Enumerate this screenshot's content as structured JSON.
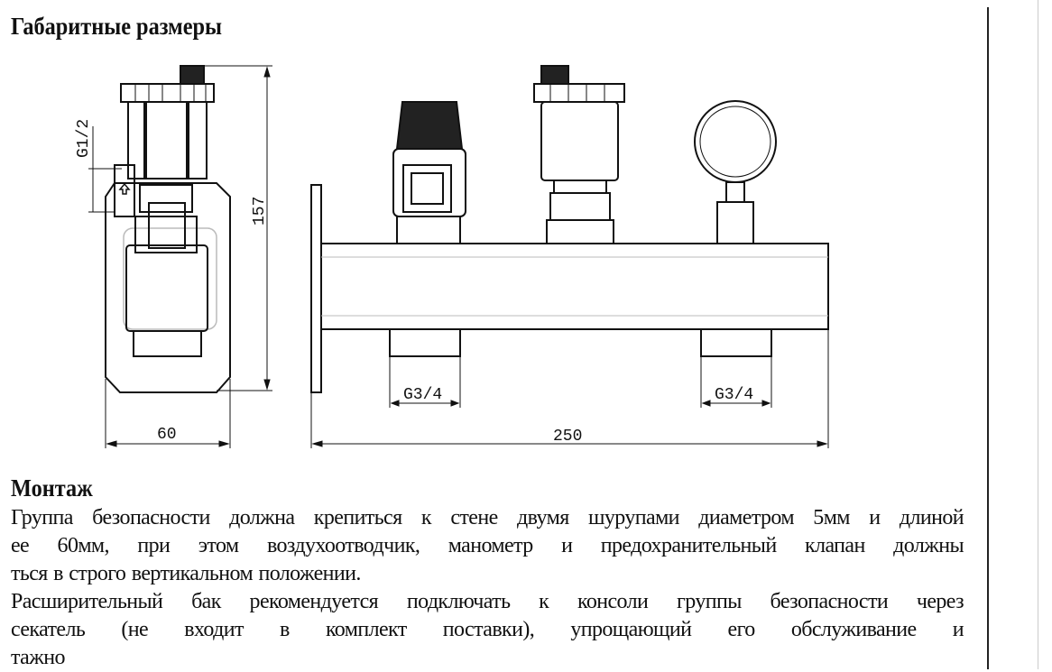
{
  "sections": {
    "dimensions_title": "Габаритные размеры",
    "mounting_title": "Монтаж"
  },
  "drawing": {
    "side_height": "157",
    "side_width": "60",
    "side_thread": "G1/2",
    "front_length": "250",
    "outlet_thread_left": "G3/4",
    "outlet_thread_right": "G3/4"
  },
  "mounting_text": [
    "Группа безопасности должна крепиться к стене двумя шурупами диаметром 5мм и длиной",
    "ее 60мм, при этом воздухоотводчик, манометр и предохранительный клапан должны",
    "ться в строго вертикальном положении.",
    "Расширительный бак рекомендуется подключать к консоли группы безопасности через",
    "секатель (не входит в комплект поставки), упрощающий его обслуживание и",
    "тажно"
  ]
}
